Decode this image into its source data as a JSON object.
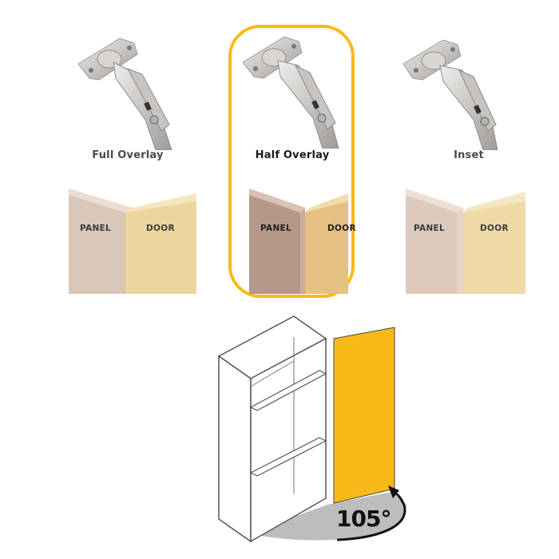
{
  "options": [
    {
      "id": "full-overlay",
      "label": "Full Overlay",
      "selected": false,
      "panel_label": "PANEL",
      "door_label": "DOOR"
    },
    {
      "id": "half-overlay",
      "label": "Half Overlay",
      "selected": true,
      "panel_label": "PANEL",
      "door_label": "DOOR"
    },
    {
      "id": "inset",
      "label": "Inset",
      "selected": false,
      "panel_label": "PANEL",
      "door_label": "DOOR"
    }
  ],
  "cabinet": {
    "opening_angle": "105°",
    "door_color": "#f9b918",
    "swing_area_color": "#bdbdbd"
  },
  "colors": {
    "highlight": "#f9b918",
    "panel_wood": "#d8c6b8",
    "door_wood": "#ecd49c"
  },
  "icons": [
    "hinge-icon",
    "hinge-icon",
    "hinge-icon",
    "rotation-arrow-icon"
  ]
}
